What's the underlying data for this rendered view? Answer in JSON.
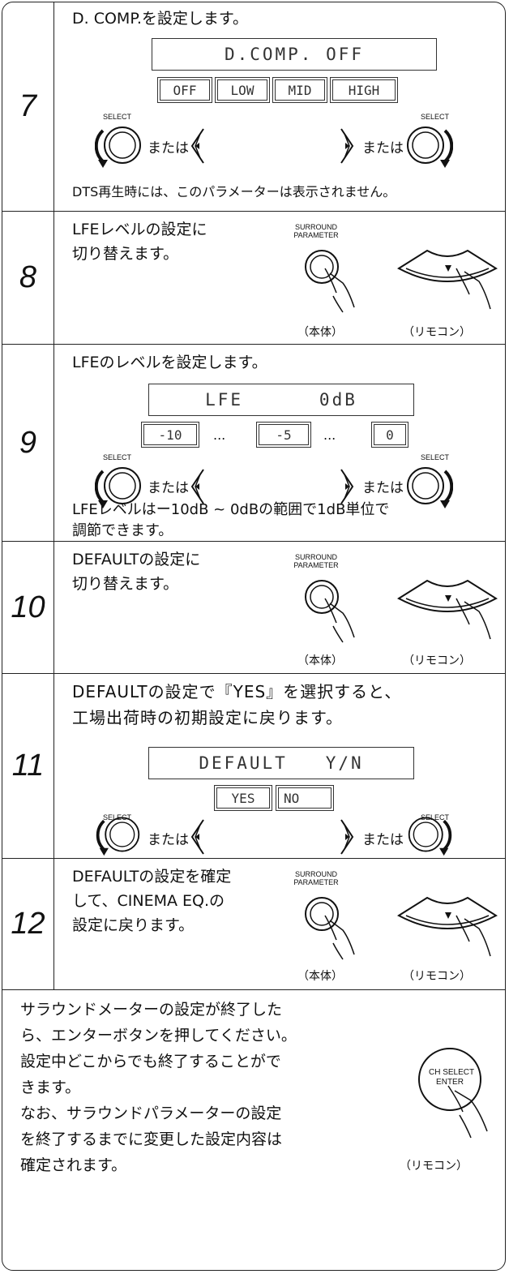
{
  "common": {
    "select_label": "SELECT",
    "or_label": "または",
    "surround_label": "SURROUND\nPARAMETER",
    "honntai_label": "（本体）",
    "remote_label": "（リモコン）"
  },
  "steps": [
    {
      "num": "7",
      "title": "D. COMP.を設定します。",
      "lcd": "D.COMP. OFF",
      "options": [
        "OFF",
        "LOW",
        "MID",
        "HIGH"
      ],
      "note": "DTS再生時には、このパラメーターは表示されません。"
    },
    {
      "num": "8",
      "line1": "LFEレベルの設定に",
      "line2": "切り替えます。"
    },
    {
      "num": "9",
      "title": "LFEのレベルを設定します。",
      "lcd": "LFE      0dB",
      "options": [
        "-10",
        "-5",
        "0"
      ],
      "dots": "...",
      "note1": "LFEレベルはー10dB ~ 0dBの範囲で1dB単位で",
      "note2": "調節できます。"
    },
    {
      "num": "10",
      "line1": "DEFAULTの設定に",
      "line2": "切り替えます。"
    },
    {
      "num": "11",
      "line1": "DEFAULTの設定で『YES』を選択すると、",
      "line2": "工場出荷時の初期設定に戻ります。",
      "lcd": "DEFAULT   Y/N",
      "options": [
        "YES",
        "NO"
      ]
    },
    {
      "num": "12",
      "line1": "DEFAULTの設定を確定",
      "line2": "して、CINEMA EQ.の",
      "line3": "設定に戻ります。"
    }
  ],
  "footer": {
    "lines": [
      "サラウンドメーターの設定が終了した",
      "ら、エンターボタンを押してください。",
      "設定中どこからでも終了することがで",
      "きます。",
      "なお、サラウンドパラメーターの設定",
      "を終了するまでに変更した設定内容は",
      "確定されます。"
    ],
    "button_label": "CH SELECT\nENTER",
    "remote_label": "（リモコン）"
  }
}
